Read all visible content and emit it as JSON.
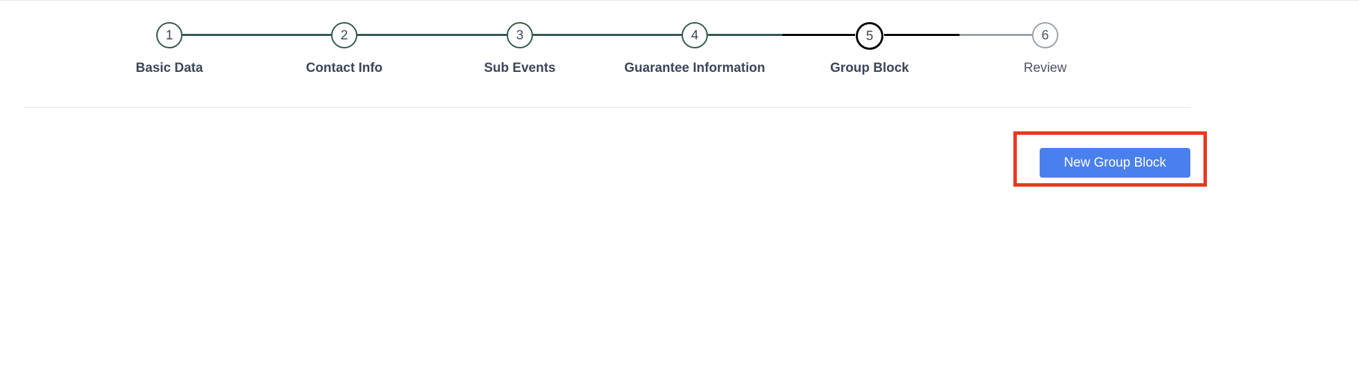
{
  "accent_colors": {
    "completed_green": "#2e5849",
    "current_black": "#000000",
    "upcoming_grey": "#9aa0a9",
    "button_blue": "#4a80ee",
    "annotation_red": "#e8391f",
    "label_text": "#3b4559",
    "rule_grey": "#e3e4e6"
  },
  "stepper": {
    "current_step": 5,
    "total_steps": 6,
    "steps": [
      {
        "number": "1",
        "label": "Basic Data",
        "state": "completed"
      },
      {
        "number": "2",
        "label": "Contact Info",
        "state": "completed"
      },
      {
        "number": "3",
        "label": "Sub Events",
        "state": "completed"
      },
      {
        "number": "4",
        "label": "Guarantee Information",
        "state": "completed"
      },
      {
        "number": "5",
        "label": "Group Block",
        "state": "current"
      },
      {
        "number": "6",
        "label": "Review",
        "state": "upcoming"
      }
    ]
  },
  "toolbar": {
    "new_group_block_label": "New Group Block"
  }
}
